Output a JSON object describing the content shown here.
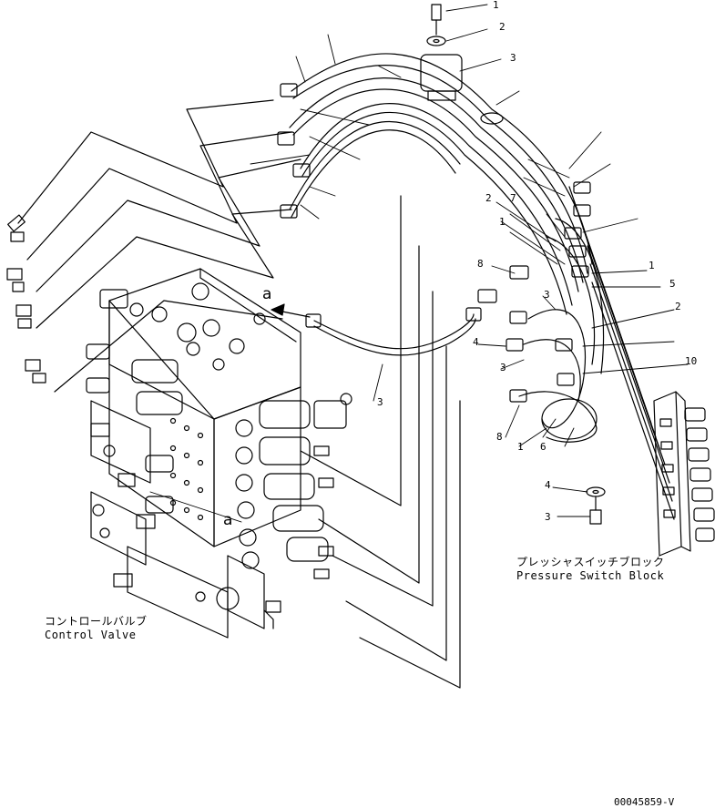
{
  "parts": {
    "control_valve": {
      "label_jp": "コントロールバルブ",
      "label_en": "Control Valve"
    },
    "pressure_switch_block": {
      "label_jp": "プレッシャスイッチブロック",
      "label_en": "Pressure Switch Block"
    }
  },
  "callouts": {
    "c_1": "1",
    "c_2": "2",
    "c_3": "3",
    "c_2b": "2",
    "c_7": "7",
    "c_1b": "1",
    "c_1c": "1",
    "c_5": "5",
    "c_2c": "2",
    "c_10": "10",
    "c_8a": "8",
    "c_4a": "4",
    "c_3a": "3",
    "c_8b": "8",
    "c_1d": "1",
    "c_6": "6",
    "c_4b": "4",
    "c_3b": "3",
    "c_3c": "3",
    "c_3d": "3"
  },
  "markers": {
    "a_top": "a",
    "a_bottom": "a"
  },
  "drawing_code": "00045859-V"
}
